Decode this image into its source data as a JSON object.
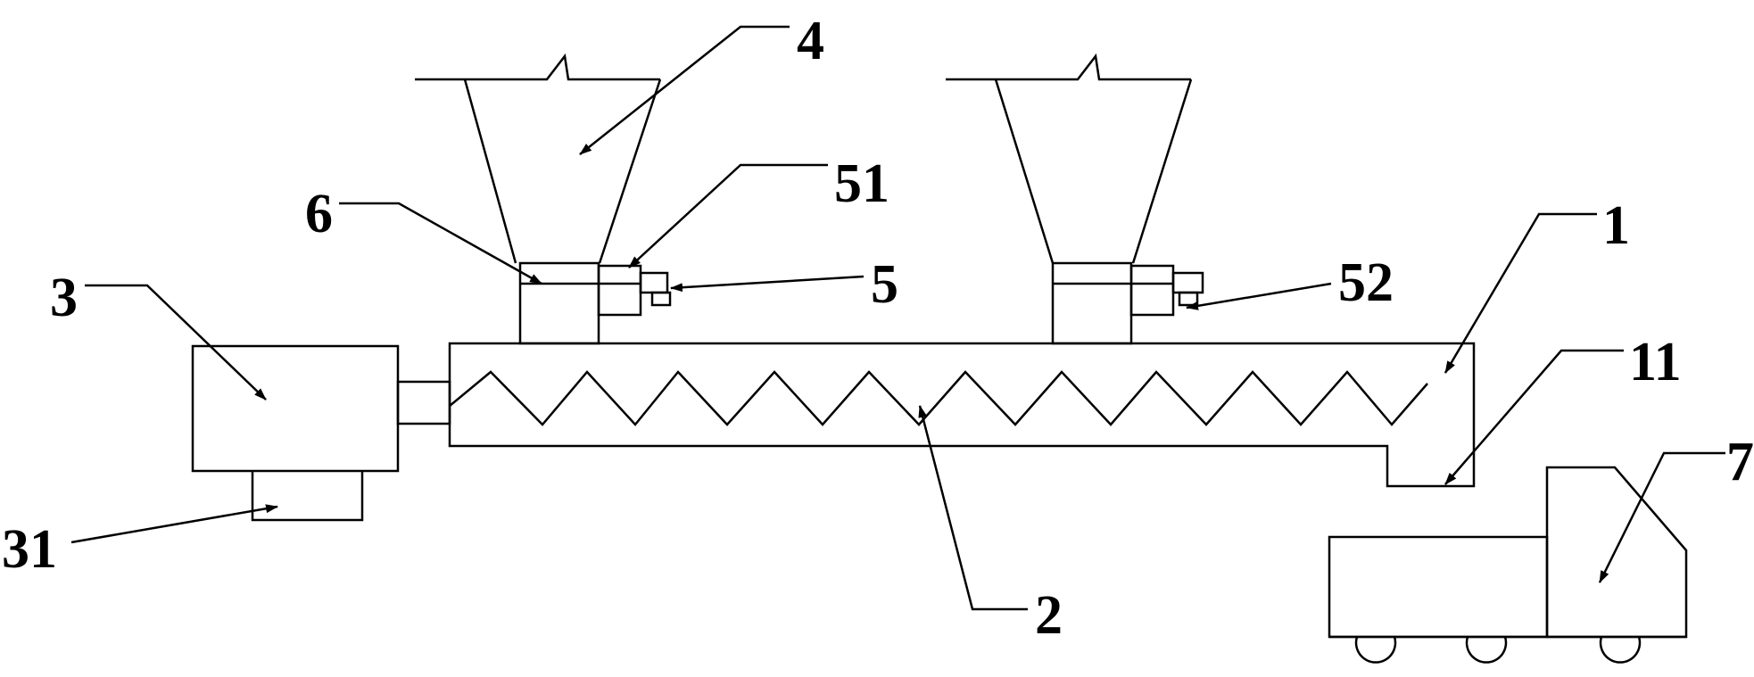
{
  "labels": {
    "conveyor": "1",
    "outlet": "11",
    "screw": "2",
    "motor": "3",
    "motor_base": "31",
    "hopper": "4",
    "sensor": "5",
    "valve_first": "51",
    "valve_second": "52",
    "feed_pipe": "6",
    "truck": "7"
  },
  "colors": {
    "line": "#000000",
    "background": "#ffffff"
  }
}
